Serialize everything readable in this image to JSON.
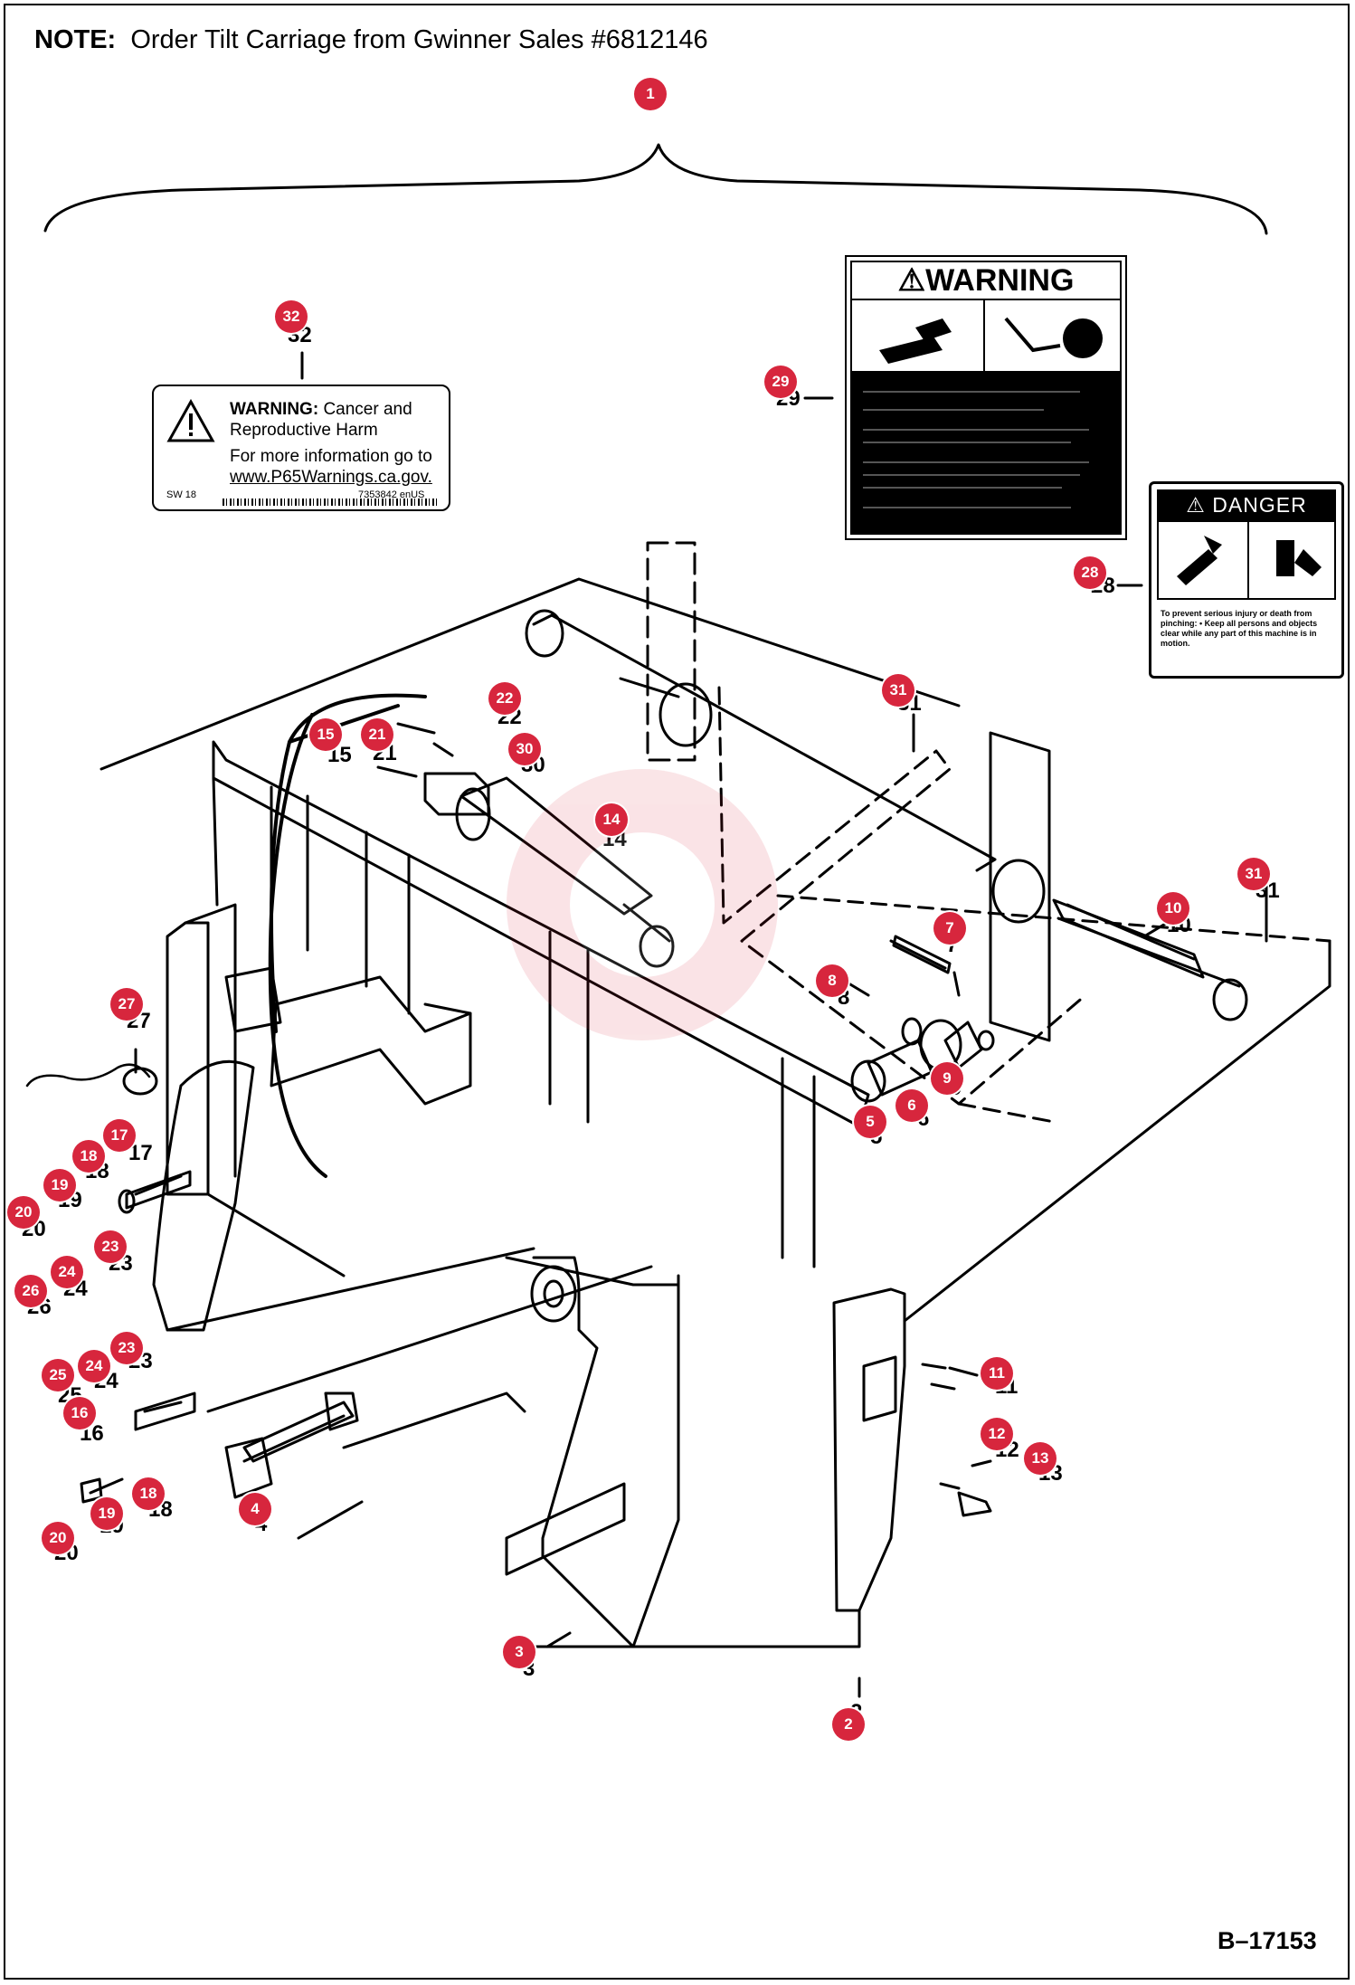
{
  "note": {
    "prefix": "NOTE:",
    "text": "Order Tilt Carriage from Gwinner Sales #6812146"
  },
  "drawing_number": "B–17153",
  "prop65_label": {
    "heading": "WARNING:",
    "heading_rest": "Cancer and Reproductive Harm",
    "info": "For more information go to",
    "url": "www.P65Warnings.ca.gov.",
    "code_left": "SW 18",
    "code_right": "7353842 enUS"
  },
  "warning_decal": {
    "title": "WARNING"
  },
  "danger_decal": {
    "title": "DANGER",
    "text": "To prevent serious injury or death from pinching: • Keep all persons and objects clear while any part of this machine is in motion."
  },
  "callouts": [
    {
      "n": "1"
    },
    {
      "n": "32"
    },
    {
      "n": "29"
    },
    {
      "n": "28"
    },
    {
      "n": "31"
    },
    {
      "n": "22"
    },
    {
      "n": "15"
    },
    {
      "n": "21"
    },
    {
      "n": "30"
    },
    {
      "n": "14"
    },
    {
      "n": "31"
    },
    {
      "n": "10"
    },
    {
      "n": "7"
    },
    {
      "n": "8"
    },
    {
      "n": "9"
    },
    {
      "n": "6"
    },
    {
      "n": "5"
    },
    {
      "n": "27"
    },
    {
      "n": "17"
    },
    {
      "n": "18"
    },
    {
      "n": "19"
    },
    {
      "n": "20"
    },
    {
      "n": "23"
    },
    {
      "n": "24"
    },
    {
      "n": "26"
    },
    {
      "n": "23"
    },
    {
      "n": "24"
    },
    {
      "n": "25"
    },
    {
      "n": "16"
    },
    {
      "n": "11"
    },
    {
      "n": "12"
    },
    {
      "n": "13"
    },
    {
      "n": "18"
    },
    {
      "n": "19"
    },
    {
      "n": "20"
    },
    {
      "n": "4"
    },
    {
      "n": "3"
    },
    {
      "n": "2"
    }
  ]
}
